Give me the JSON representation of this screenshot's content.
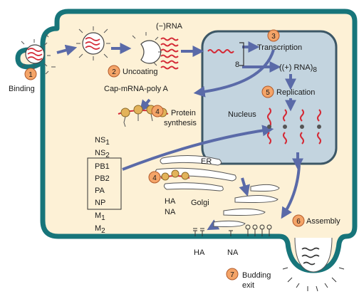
{
  "labels": {
    "minus_rna": "(−)RNA",
    "uncoating": "Uncoating",
    "binding": "Binding",
    "cap_mrna": "Cap-mRNA-poly A",
    "transcription": "Transcription",
    "eight": "8",
    "plus_rna": "((+) RNA)",
    "plus_rna_sub": "8",
    "replication": "Replication",
    "nucleus": "Nucleus",
    "protein": "Protein",
    "synthesis": "synthesis",
    "er": "ER",
    "golgi": "Golgi",
    "ha_inner": "HA",
    "na_inner": "NA",
    "assembly": "Assembly",
    "ha_bottom": "HA",
    "na_bottom": "NA",
    "budding": "Budding",
    "exit": "exit"
  },
  "step_numbers": [
    "1",
    "2",
    "3",
    "4",
    "4",
    "5",
    "6",
    "7"
  ],
  "proteins": {
    "ns1": "NS",
    "ns1_sub": "1",
    "ns2": "NS",
    "ns2_sub": "2",
    "boxed": [
      "PB1",
      "PB2",
      "PA",
      "NP"
    ],
    "m1": "M",
    "m1_sub": "1",
    "m2": "M",
    "m2_sub": "2"
  },
  "colors": {
    "cell_fill": "#fdf1d6",
    "membrane": "#17757a",
    "nucleus_fill": "#c3d4df",
    "arrow": "#5a6aa8",
    "rna": "#d42a36",
    "ribosome": "#e3b35a",
    "step_circle": "#f4a468",
    "er_fill": "#ffffff"
  }
}
